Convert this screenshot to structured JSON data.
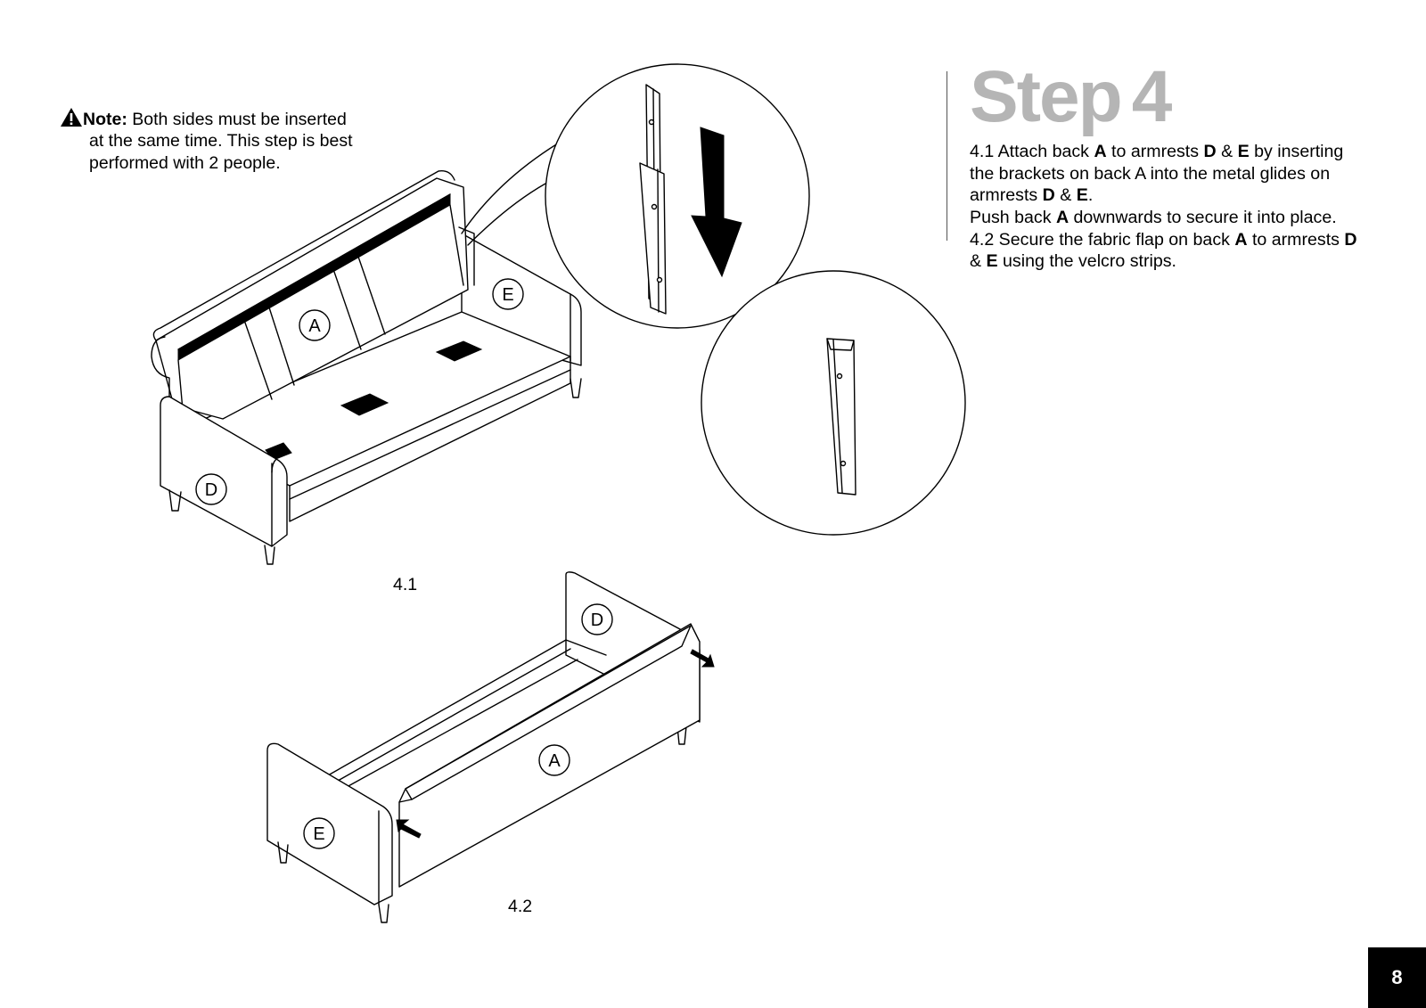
{
  "note": {
    "label": "Note:",
    "line1": " Both sides must be inserted",
    "line2": "at the same time. This step is best",
    "line3": "performed with 2 people."
  },
  "step": {
    "word": "Step",
    "number": "4"
  },
  "instructions": {
    "p1": [
      {
        "t": "4.1 Attach back "
      },
      {
        "b": "A"
      },
      {
        "t": " to armrests "
      },
      {
        "b": "D"
      },
      {
        "t": " & "
      },
      {
        "b": "E"
      },
      {
        "t": " by inserting the brackets on back A into the metal glides on armrests "
      },
      {
        "b": "D"
      },
      {
        "t": " & "
      },
      {
        "b": "E"
      },
      {
        "t": "."
      }
    ],
    "p2": [
      {
        "t": "Push back "
      },
      {
        "b": "A"
      },
      {
        "t": " downwards to secure it into place."
      }
    ],
    "p3": [
      {
        "t": "4.2 Secure the fabric flap on back "
      },
      {
        "b": "A"
      },
      {
        "t": " to armrests "
      },
      {
        "b": "D"
      },
      {
        "t": " & "
      },
      {
        "b": "E"
      },
      {
        "t": " using the velcro strips."
      }
    ]
  },
  "figures": {
    "fig1": {
      "label": "4.1",
      "part_back": "A",
      "part_left_arm": "D",
      "part_right_arm": "E"
    },
    "fig2": {
      "label": "4.2",
      "part_back": "A",
      "part_left_arm": "E",
      "part_right_arm": "D"
    }
  },
  "page_number": "8"
}
